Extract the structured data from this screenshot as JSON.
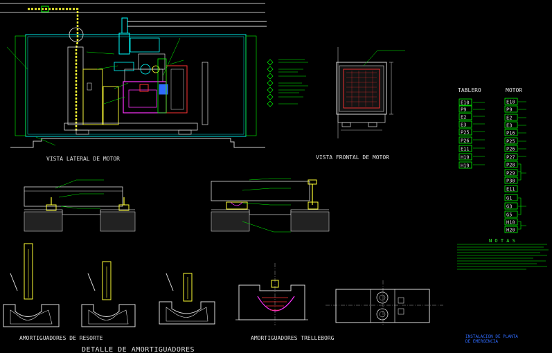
{
  "titles": {
    "lateral": "VISTA LATERAL DE MOTOR",
    "frontal": "VISTA FRONTAL DE MOTOR",
    "spring": "AMORTIGUADORES DE RESORTE",
    "trelleborg": "AMORTIGUADORES TRELLEBORG",
    "detail": "DETALLE  DE  AMORTIGUADORES",
    "tablero": "TABLERO",
    "motor": "MOTOR",
    "notas": "N O T A S",
    "plant_line1": "INSTALACION DE PLANTA",
    "plant_line2": "DE EMERGENCIA"
  },
  "tablero_codes": [
    "E10",
    "P9",
    "E2",
    "E3",
    "P25",
    "P26",
    "E11",
    "H19",
    "H19"
  ],
  "motor_codes": [
    "E10",
    "P9",
    "E2",
    "E3",
    "P16",
    "P25",
    "P26",
    "P27",
    "P28",
    "P29",
    "P30",
    "E11",
    "G1",
    "G3",
    "G5",
    "H10",
    "H20"
  ],
  "colors": {
    "cyan": "#00ffff",
    "green": "#00ff00",
    "yellow": "#ffff33",
    "magenta": "#ff33ff",
    "red": "#ff3333",
    "blue": "#2f6bff",
    "white": "#e0e0e0"
  }
}
